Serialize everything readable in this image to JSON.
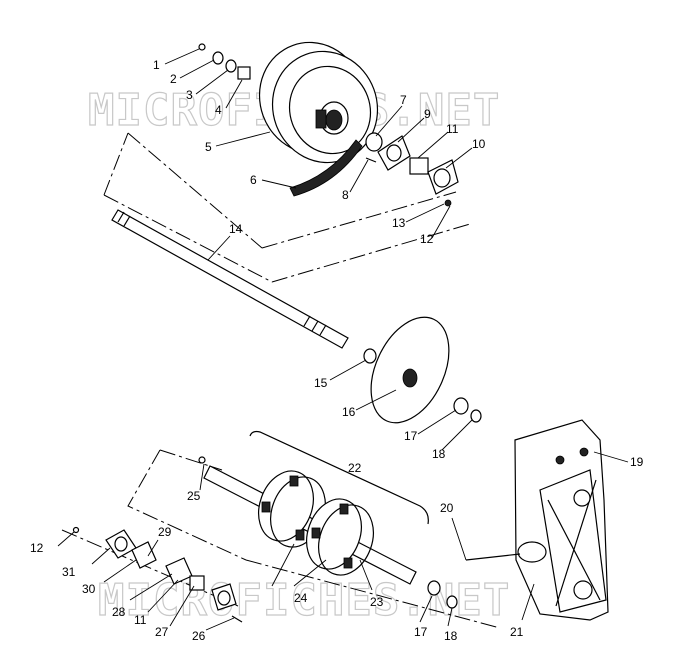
{
  "watermark": {
    "top": "MICROFICHES.NET",
    "bottom": "MICROFICHES.NET"
  },
  "callouts": [
    {
      "id": "c1",
      "text": "1"
    },
    {
      "id": "c2",
      "text": "2"
    },
    {
      "id": "c3",
      "text": "3"
    },
    {
      "id": "c4",
      "text": "4"
    },
    {
      "id": "c5",
      "text": "5"
    },
    {
      "id": "c6",
      "text": "6"
    },
    {
      "id": "c7",
      "text": "7"
    },
    {
      "id": "c8",
      "text": "8"
    },
    {
      "id": "c9",
      "text": "9"
    },
    {
      "id": "c10",
      "text": "10"
    },
    {
      "id": "c11a",
      "text": "11"
    },
    {
      "id": "c12a",
      "text": "12"
    },
    {
      "id": "c13",
      "text": "13"
    },
    {
      "id": "c14",
      "text": "14"
    },
    {
      "id": "c15",
      "text": "15"
    },
    {
      "id": "c16",
      "text": "16"
    },
    {
      "id": "c17a",
      "text": "17"
    },
    {
      "id": "c18a",
      "text": "18"
    },
    {
      "id": "c19",
      "text": "19"
    },
    {
      "id": "c20",
      "text": "20"
    },
    {
      "id": "c21",
      "text": "21"
    },
    {
      "id": "c22",
      "text": "22"
    },
    {
      "id": "c23",
      "text": "23"
    },
    {
      "id": "c24",
      "text": "24"
    },
    {
      "id": "c25",
      "text": "25"
    },
    {
      "id": "c26",
      "text": "26"
    },
    {
      "id": "c27",
      "text": "27"
    },
    {
      "id": "c28",
      "text": "28"
    },
    {
      "id": "c29",
      "text": "29"
    },
    {
      "id": "c30",
      "text": "30"
    },
    {
      "id": "c31",
      "text": "31"
    },
    {
      "id": "c11b",
      "text": "11"
    },
    {
      "id": "c12b",
      "text": "12"
    },
    {
      "id": "c17b",
      "text": "17"
    },
    {
      "id": "c18b",
      "text": "18"
    }
  ]
}
